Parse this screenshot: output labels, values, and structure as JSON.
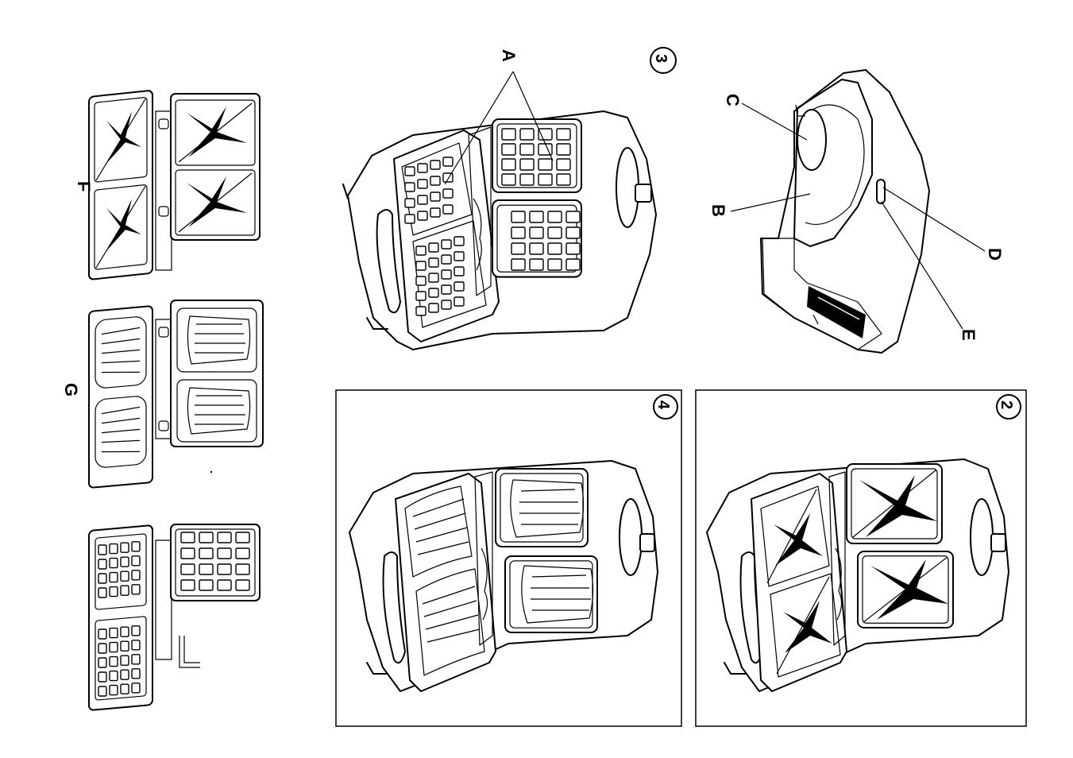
{
  "labels": {
    "a": "A",
    "b": "B",
    "c": "C",
    "d": "D",
    "e": "E",
    "f": "F",
    "g": "G"
  },
  "figures": {
    "fig2": "2",
    "fig3": "3",
    "fig4": "4"
  },
  "colors": {
    "ink": "#000000",
    "paper": "#ffffff"
  }
}
